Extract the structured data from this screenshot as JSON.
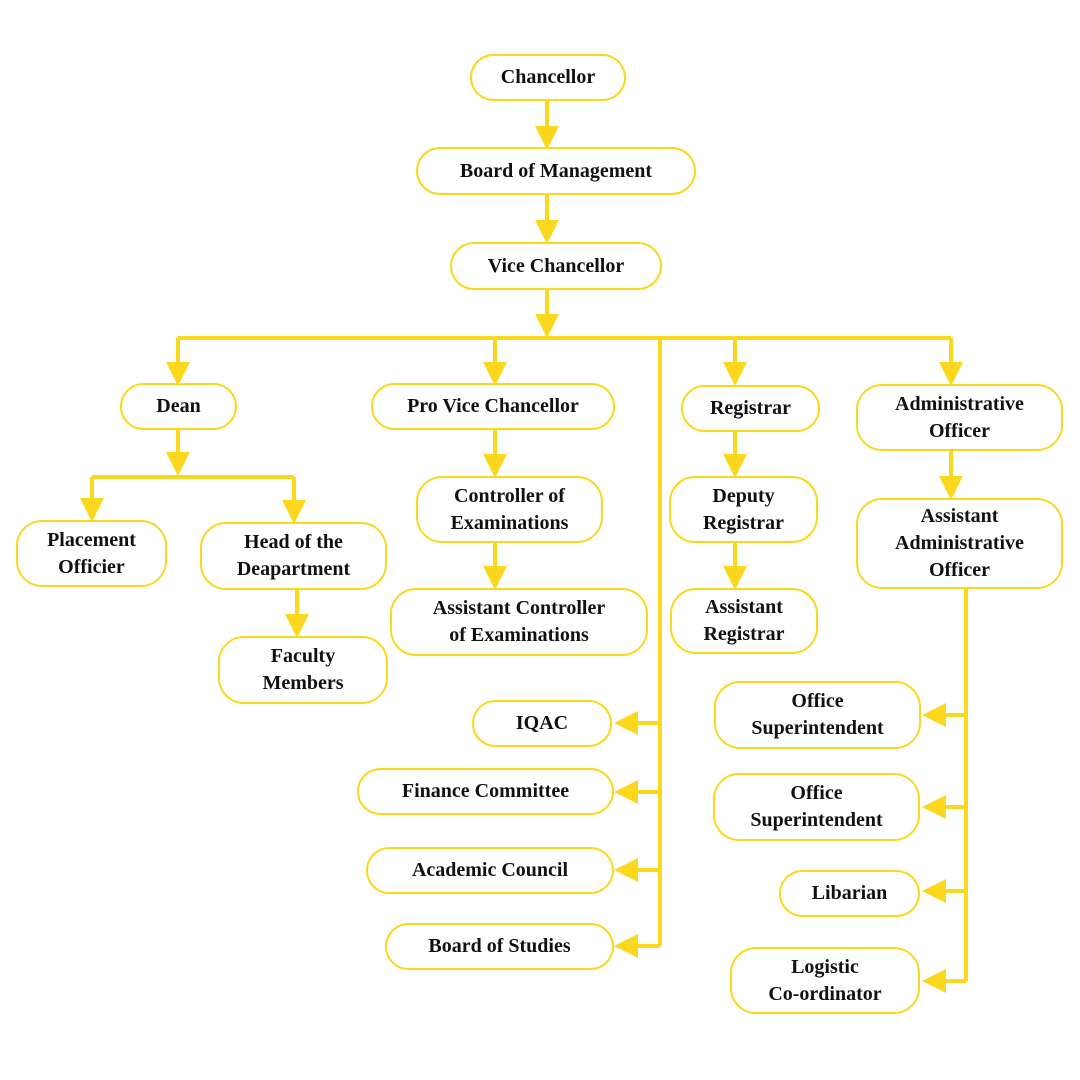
{
  "theme": {
    "accent": "#fbd81d",
    "text": "#111111",
    "background": "#ffffff"
  },
  "nodes": {
    "chancellor": "Chancellor",
    "board_of_management": "Board of Management",
    "vice_chancellor": "Vice Chancellor",
    "dean": "Dean",
    "pro_vice_chancellor": "Pro Vice Chancellor",
    "registrar": "Registrar",
    "administrative_officer": "Administrative\nOfficer",
    "placement_officer": "Placement\nOfficier",
    "head_of_department": "Head of the\nDeapartment",
    "faculty_members": "Faculty\nMembers",
    "controller_of_examinations": "Controller of\nExaminations",
    "assistant_controller_of_examinations": "Assistant Controller\nof Examinations",
    "deputy_registrar": "Deputy\nRegistrar",
    "assistant_registrar": "Assistant\nRegistrar",
    "assistant_administrative_officer": "Assistant\nAdministrative\nOfficer",
    "iqac": "IQAC",
    "finance_committee": "Finance Committee",
    "academic_council": "Academic Council",
    "board_of_studies": "Board of Studies",
    "office_superintendent_1": "Office\nSuperintendent",
    "office_superintendent_2": "Office\nSuperintendent",
    "librarian": "Libarian",
    "logistic_coordinator": "Logistic\nCo-ordinator"
  }
}
